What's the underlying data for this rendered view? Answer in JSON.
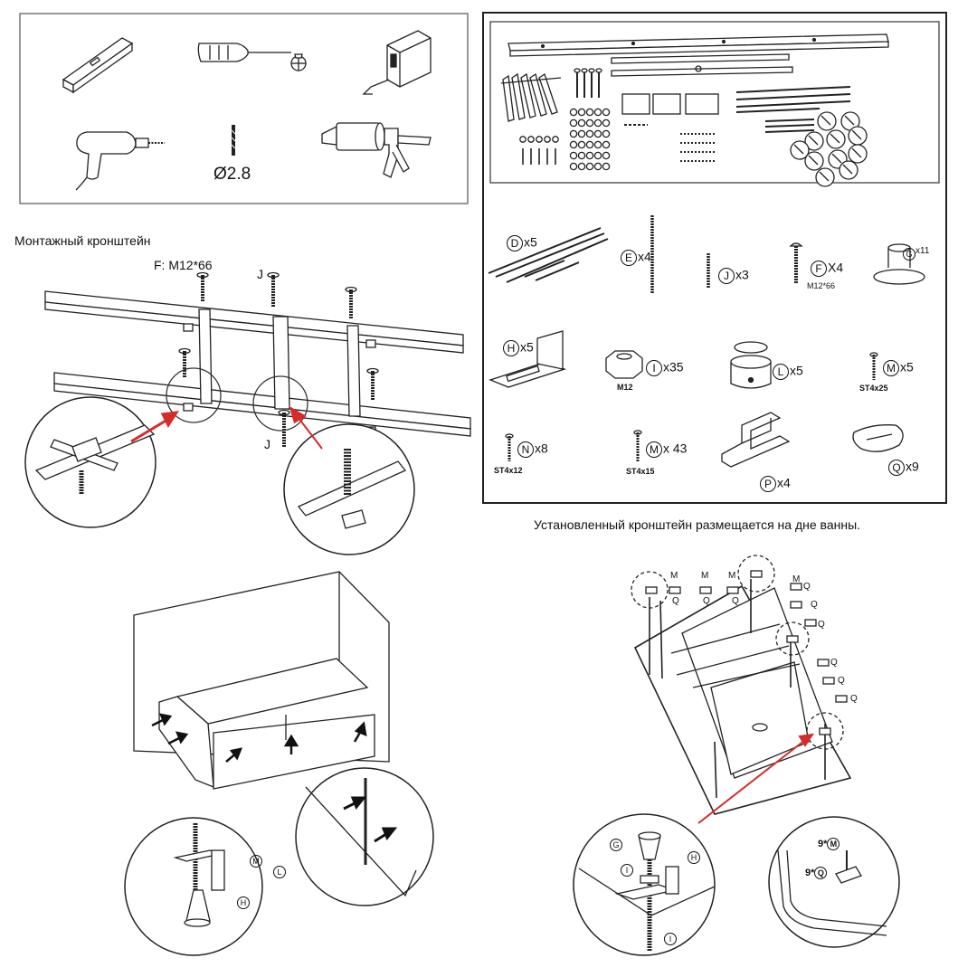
{
  "tools": {
    "drill_bit_label": "Ø2.8"
  },
  "captions": {
    "bracket_title": "Монтажный кронштейн",
    "placement_note": "Установленный кронштейн размещается на дне ванны."
  },
  "frame_labels": {
    "bolt_f": "F: M12*66",
    "threaded_j_top": "J",
    "threaded_j_bottom": "J"
  },
  "parts": {
    "D": {
      "letter": "D",
      "qty": "x5"
    },
    "E": {
      "letter": "E",
      "qty": "x4"
    },
    "J": {
      "letter": "J",
      "qty": "x3"
    },
    "F": {
      "letter": "F",
      "qty": "X4",
      "spec": "M12*66"
    },
    "G": {
      "letter": "G",
      "qty": "x11"
    },
    "H": {
      "letter": "H",
      "qty": "x5"
    },
    "I": {
      "letter": "I",
      "qty": "x35",
      "spec": "M12"
    },
    "L": {
      "letter": "L",
      "qty": "x5"
    },
    "M1": {
      "letter": "M",
      "qty": "x5",
      "spec": "ST4x25"
    },
    "N": {
      "letter": "N",
      "qty": "x8",
      "spec": "ST4x12"
    },
    "M2": {
      "letter": "M",
      "qty": "x 43",
      "spec": "ST4x15"
    },
    "P": {
      "letter": "P",
      "qty": "x4"
    },
    "Q": {
      "letter": "Q",
      "qty": "x9"
    }
  },
  "install_labels": {
    "m": "M",
    "l": "L",
    "h": "H",
    "g": "G",
    "i": "I",
    "q": "Q",
    "count_m": "9*",
    "count_q": "9*"
  }
}
